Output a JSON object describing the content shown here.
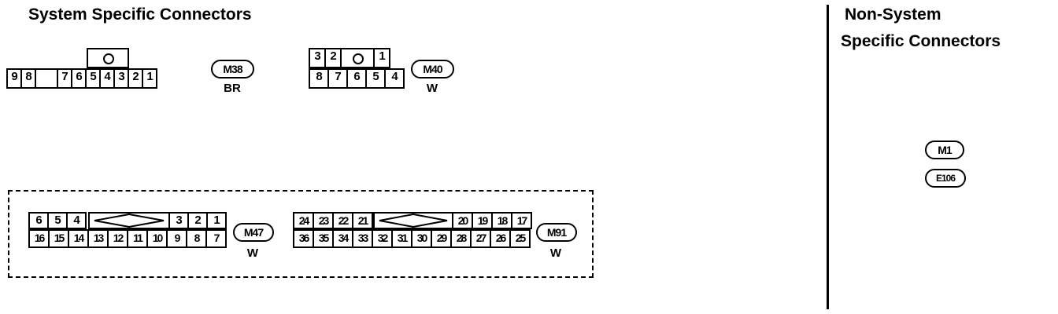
{
  "headings": {
    "system": "System Specific Connectors",
    "non_system_line1": "Non-System",
    "non_system_line2": "Specific Connectors"
  },
  "connectors": {
    "m38": {
      "id": "M38",
      "color": "BR",
      "bottom_pins": [
        "9",
        "8",
        "",
        "7",
        "6",
        "5",
        "4",
        "3",
        "2",
        "1"
      ]
    },
    "m40": {
      "id": "M40",
      "color": "W",
      "top_pins": [
        "3",
        "2",
        "",
        "1"
      ],
      "bottom_pins": [
        "8",
        "7",
        "6",
        "5",
        "4"
      ]
    },
    "m47": {
      "id": "M47",
      "color": "W",
      "top_left_pins": [
        "6",
        "5",
        "4"
      ],
      "top_right_pins": [
        "3",
        "2",
        "1"
      ],
      "bottom_pins": [
        "16",
        "15",
        "14",
        "13",
        "12",
        "11",
        "10",
        "9",
        "8",
        "7"
      ]
    },
    "m91": {
      "id": "M91",
      "color": "W",
      "top_left_pins": [
        "24",
        "23",
        "22",
        "21"
      ],
      "top_right_pins": [
        "20",
        "19",
        "18",
        "17"
      ],
      "bottom_pins": [
        "36",
        "35",
        "34",
        "33",
        "32",
        "31",
        "30",
        "29",
        "28",
        "27",
        "26",
        "25"
      ]
    },
    "m1": {
      "id": "M1"
    },
    "e106": {
      "id": "E106"
    }
  }
}
